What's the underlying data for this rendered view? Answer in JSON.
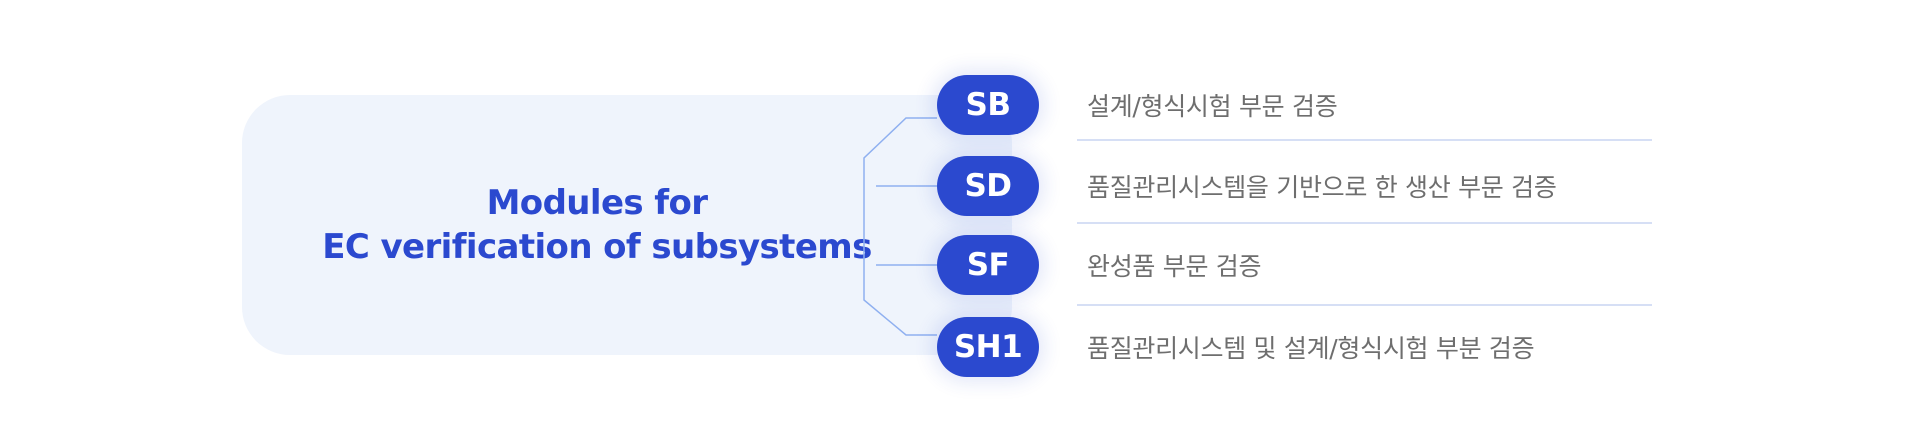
{
  "panel": {
    "title_line1": "Modules for",
    "title_line2": "EC verification of subsystems"
  },
  "modules": [
    {
      "code": "SB",
      "description": "설계/형식시험 부문 검증"
    },
    {
      "code": "SD",
      "description": "품질관리시스템을 기반으로 한 생산 부문 검증"
    },
    {
      "code": "SF",
      "description": "완성품 부문 검증"
    },
    {
      "code": "SH1",
      "description": "품질관리시스템 및 설계/형식시험 부분 검증"
    }
  ],
  "colors": {
    "accent": "#2b49cf",
    "panel_bg": "#eff4fc",
    "connector": "#8fb0f0",
    "divider": "#d6dff5",
    "description_text": "#6e6e6e"
  }
}
